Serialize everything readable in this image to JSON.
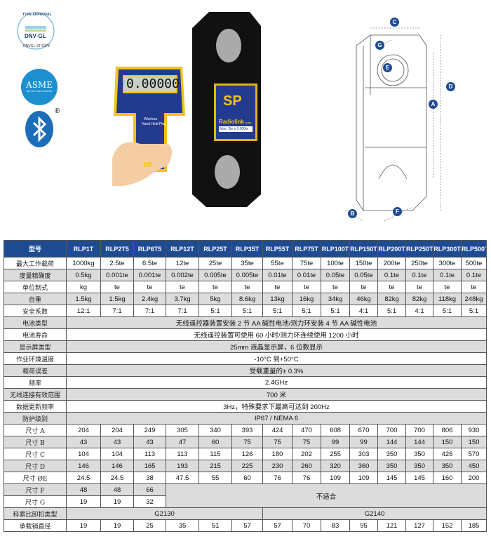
{
  "logos": {
    "dnv": {
      "top": "TYPE APPROVAL",
      "name": "DNV·GL",
      "code": "DNVGL-ST-0378"
    },
    "asme": {
      "name": "ASME",
      "tag": "SETTING THE STANDARD"
    },
    "bluetooth": {
      "reg": "®"
    }
  },
  "handheld": {
    "display": "0.00000",
    "label1": "Wireless",
    "label2": "Hand Held Plus",
    "brand": "SP"
  },
  "loadlink": {
    "brand": "SP",
    "name": "Radiolink",
    "suffix": "plus",
    "max": "Max: 2te x 0.000te"
  },
  "diagram": {
    "labels": [
      "A",
      "B",
      "C",
      "D",
      "E",
      "F",
      "G"
    ]
  },
  "table": {
    "header_label": "型号",
    "models": [
      "RLP1T",
      "RLP2T5",
      "RLP6T5",
      "RLP12T",
      "RLP25T",
      "RLP35T",
      "RLP55T",
      "RLP75T",
      "RLP100T",
      "RLP150T",
      "RLP200T",
      "RLP250T",
      "RLP300T",
      "RLP500T"
    ],
    "rows": [
      {
        "label": "最大工作载荷",
        "values": [
          "1000kg",
          "2.5te",
          "6.5te",
          "12te",
          "25te",
          "35te",
          "55te",
          "75te",
          "100te",
          "150te",
          "200te",
          "250te",
          "300te",
          "500te"
        ]
      },
      {
        "label": "度量精确度",
        "values": [
          "0.5kg",
          "0.001te",
          "0.001te",
          "0.002te",
          "0.005te",
          "0.005te",
          "0.01te",
          "0.01te",
          "0.05te",
          "0.05te",
          "0.1te",
          "0.1te",
          "0.1te",
          "0.1te"
        ]
      },
      {
        "label": "单位制式",
        "values": [
          "kg",
          "te",
          "te",
          "te",
          "te",
          "te",
          "te",
          "te",
          "te",
          "te",
          "te",
          "te",
          "te",
          "te"
        ]
      },
      {
        "label": "自重",
        "values": [
          "1.5kg",
          "1.5kg",
          "2.4kg",
          "3.7kg",
          "5kg",
          "8.6kg",
          "13kg",
          "16kg",
          "34kg",
          "46kg",
          "82kg",
          "82kg",
          "118kg",
          "248kg"
        ]
      },
      {
        "label": "安全系数",
        "values": [
          "12:1",
          "7:1",
          "7:1",
          "7:1",
          "5:1",
          "5:1",
          "5:1",
          "5:1",
          "5:1",
          "4:1",
          "5:1",
          "4:1",
          "5:1",
          "5:1"
        ]
      },
      {
        "label": "电池类型",
        "span": "无线遥控器装置安装 2 节 AA 碱性电池/测力环安装 4 节 AA 碱性电池"
      },
      {
        "label": "电池寿命",
        "span": "无线遥控装置可使用 60 小时/测力环连续使用 1200 小时"
      },
      {
        "label": "显示屏类型",
        "span": "25mm  液晶显示屏，6 位数显示"
      },
      {
        "label": "作业环境温度",
        "span": "-10°C 到+50°C"
      },
      {
        "label": "载荷误差",
        "span": "受载重量的± 0.3%"
      },
      {
        "label": "频率",
        "span": "2.4GHz"
      },
      {
        "label": "无线连接有效范围",
        "span": "700 米"
      },
      {
        "label": "数据更新频率",
        "span": "3Hz，特殊要求下最高可达到 200Hz"
      },
      {
        "label": "防护级别",
        "span": "IP67 / NEMA 6"
      },
      {
        "label": "尺寸 A",
        "values": [
          "204",
          "204",
          "249",
          "305",
          "340",
          "393",
          "424",
          "470",
          "608",
          "670",
          "700",
          "700",
          "806",
          "930"
        ]
      },
      {
        "label": "尺寸 B",
        "values": [
          "43",
          "43",
          "43",
          "47",
          "60",
          "75",
          "75",
          "75",
          "99",
          "99",
          "144",
          "144",
          "150",
          "150"
        ]
      },
      {
        "label": "尺寸 C",
        "values": [
          "104",
          "104",
          "113",
          "113",
          "115",
          "126",
          "180",
          "202",
          "255",
          "303",
          "350",
          "350",
          "426",
          "570"
        ]
      },
      {
        "label": "尺寸 D",
        "values": [
          "146",
          "146",
          "165",
          "193",
          "215",
          "225",
          "230",
          "260",
          "320",
          "360",
          "350",
          "350",
          "350",
          "450"
        ]
      },
      {
        "label": "尺寸 ØE",
        "values": [
          "24.5",
          "24.5",
          "38",
          "47.5",
          "55",
          "60",
          "76",
          "76",
          "109",
          "109",
          "145",
          "145",
          "160",
          "200"
        ]
      },
      {
        "label": "尺寸 F",
        "values": [
          "48",
          "48",
          "66"
        ],
        "na": "不适合"
      },
      {
        "label": "尺寸 G",
        "values": [
          "19",
          "19",
          "32"
        ]
      },
      {
        "label": "科索比卸扣类型",
        "groups": [
          {
            "text": "G2130",
            "span": 6
          },
          {
            "text": "G2140",
            "span": 8
          }
        ]
      },
      {
        "label": "承载销直径",
        "values": [
          "19",
          "19",
          "25",
          "35",
          "51",
          "57",
          "57",
          "70",
          "83",
          "95",
          "121",
          "127",
          "152",
          "185"
        ]
      }
    ]
  },
  "colors": {
    "header": "#1f4b92",
    "gray_row": "#dcdcdc",
    "device_yellow": "#f2c21b",
    "device_blue": "#233b8f"
  }
}
